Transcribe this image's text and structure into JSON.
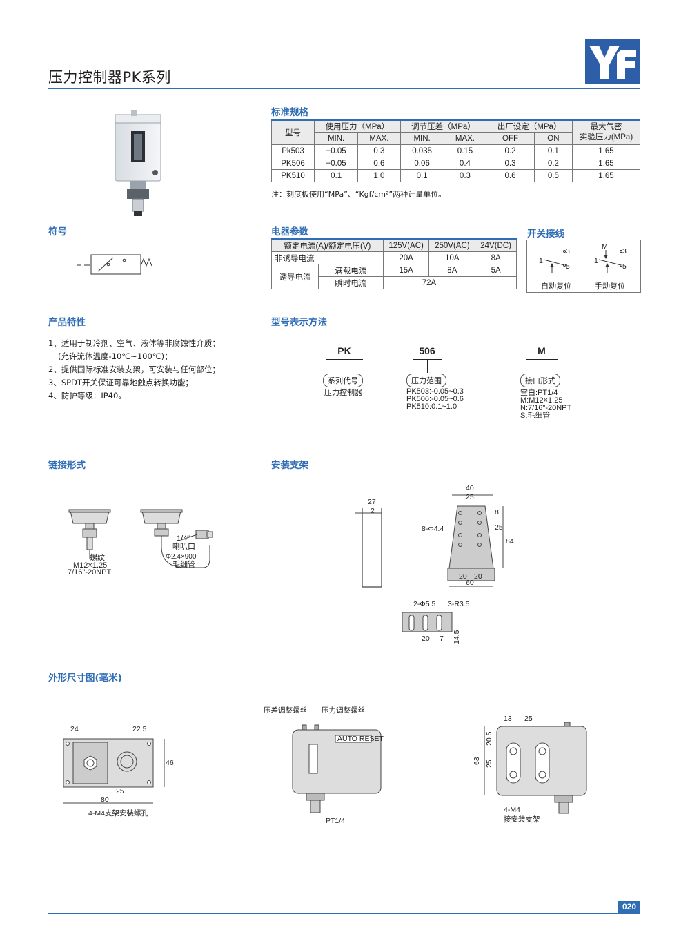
{
  "header": {
    "title": "压力控制器PK系列",
    "page_number": "020"
  },
  "sections": {
    "spec": "标准规格",
    "symbol": "符号",
    "elec": "电器参数",
    "switch": "开关接线",
    "features": "产品特性",
    "model": "型号表示方法",
    "connection": "链接形式",
    "bracket": "安装支架",
    "dimensions": "外形尺寸图(毫米)"
  },
  "spec_table": {
    "h_model": "型号",
    "h_pressure": "使用压力（MPa）",
    "h_diff": "调节压差（MPa）",
    "h_factory": "出厂设定（MPa）",
    "h_max": "最大气密",
    "h_max2": "实验压力(MPa)",
    "min": "MIN.",
    "max": "MAX.",
    "off": "OFF",
    "on": "ON",
    "rows": [
      [
        "Pk503",
        "−0.05",
        "0.3",
        "0.035",
        "0.15",
        "0.2",
        "0.1",
        "1.65"
      ],
      [
        "PK506",
        "−0.05",
        "0.6",
        "0.06",
        "0.4",
        "0.3",
        "0.2",
        "1.65"
      ],
      [
        "PK510",
        "0.1",
        "1.0",
        "0.1",
        "0.3",
        "0.6",
        "0.5",
        "1.65"
      ]
    ],
    "note": "注：刻度板使用“MPa”、“Kgf/cm²”两种计量单位。"
  },
  "elec_table": {
    "h1": "额定电流(A)/额定电压(V)",
    "h2": "125V(AC)",
    "h3": "250V(AC)",
    "h4": "24V(DC)",
    "r1": "非诱导电流",
    "r1v": [
      "20A",
      "10A",
      "8A"
    ],
    "r2": "诱导电流",
    "r2a": "满载电流",
    "r2av": [
      "15A",
      "8A",
      "5A"
    ],
    "r2b": "瞬时电流",
    "r2bv": "72A"
  },
  "switch": {
    "auto": "自动复位",
    "manual": "手动复位",
    "t1": "1",
    "t3": "3",
    "t5": "5",
    "m": "M"
  },
  "features": [
    "1、适用于制冷剂、空气、液体等非腐蚀性介质；",
    "  (允许流体温度-10℃~100℃)；",
    "2、提供国际标准安装支架，可安装与任何部位；",
    "3、SPDT开关保证可靠地触点转换功能；",
    "4、防护等级：IP40。"
  ],
  "model": {
    "c1": "PK",
    "c2": "506",
    "c3": "M",
    "p1": "系列代号",
    "p2": "压力范围",
    "p3": "接口形式",
    "d1": [
      "压力控制器"
    ],
    "d2": [
      "PK503:-0.05~0.3",
      "PK506:-0.05~0.6",
      "PK510:0.1~1.0"
    ],
    "d3": [
      "空白:PT1/4",
      "M:M12×1.25",
      "N:7/16\"-20NPT",
      "S:毛细管"
    ]
  },
  "connection": {
    "thread": "螺纹",
    "m12": "M12×1.25",
    "npt": "7/16\"-20NPT",
    "q": "1/4\"",
    "flare": "喇叭口",
    "cap_d": "Φ2.4×900",
    "cap": "毛细管"
  },
  "bracket": {
    "d27": "27",
    "d2": "2",
    "d40": "40",
    "d25": "25",
    "d8": "8",
    "d25b": "25",
    "d84": "84",
    "hole": "8-Φ4.4",
    "d20a": "20",
    "d20b": "20",
    "d60": "60",
    "h2": "2-Φ5.5",
    "r35": "3-R3.5",
    "d20c": "20",
    "d7": "7",
    "d145": "14.5"
  },
  "dims": {
    "d24": "24",
    "d225": "22.5",
    "d46": "46",
    "d25": "25",
    "d80": "80",
    "holes": "4-M4支架安装螺孔",
    "adj1": "压差调整螺丝",
    "adj2": "压力调整螺丝",
    "auto": "AUTO RESET",
    "pt": "PT1/4",
    "d13": "13",
    "d25b": "25",
    "d205": "20.5",
    "d25c": "25",
    "d63": "63",
    "m4": "4-M4",
    "m4b": "接安装支架"
  },
  "colors": {
    "accent": "#2f6db5",
    "logo": "#2c5fa8"
  }
}
